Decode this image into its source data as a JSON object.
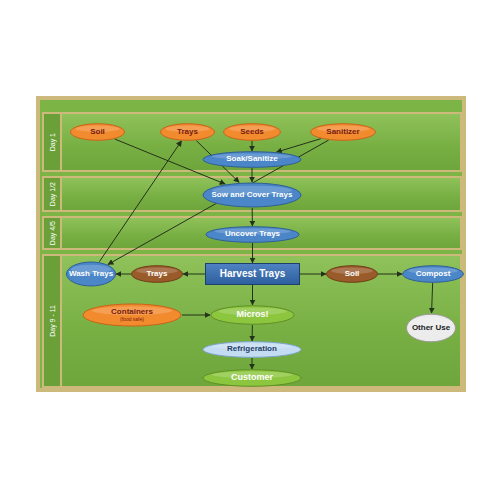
{
  "diagram": {
    "nodes": [
      {
        "text": [
          "Day 1"
        ]
      },
      {
        "text": [
          "Soil"
        ],
        "in": 0
      },
      {
        "text": [
          "Trays"
        ],
        "in": 0
      },
      {
        "text": [
          "Seeds"
        ],
        "in": 0
      },
      {
        "text": [
          "Sanitizer"
        ],
        "in": 0
      },
      {
        "text": [
          "Soak/Sanitize"
        ],
        "in": 0
      },
      {
        "text": [
          "Day 1/2"
        ]
      },
      {
        "text": [
          "Sow and Cover Trays"
        ],
        "in": 6
      },
      {
        "text": [
          "Day 4/5"
        ]
      },
      {
        "text": [
          "Uncover Trays"
        ],
        "in": 8
      },
      {
        "text": [
          "Day 9 - 11"
        ]
      },
      {
        "text": [
          "Wash Trays"
        ],
        "in": 10
      },
      {
        "text": [
          "Trays"
        ],
        "in": 10
      },
      {
        "text": [
          "Harvest Trays"
        ],
        "in": 10
      },
      {
        "text": [
          "Soil"
        ],
        "in": 10
      },
      {
        "text": [
          "Compost"
        ],
        "in": 10
      },
      {
        "text": [
          "Containers",
          "(food safe)"
        ],
        "in": 10
      },
      {
        "text": [
          "Micros!"
        ],
        "in": 10
      },
      {
        "text": [
          "Other Use"
        ],
        "in": 10
      },
      {
        "text": [
          "Refrigeration"
        ],
        "in": 10
      },
      {
        "text": [
          "Customer"
        ],
        "in": 10
      }
    ],
    "edges": [
      {
        "from": 1,
        "to": 7,
        "arrow": "to"
      },
      {
        "from": 2,
        "to": 7,
        "arrow": "to"
      },
      {
        "from": 11,
        "to": 2,
        "arrow": "to"
      },
      {
        "from": 3,
        "to": 5,
        "arrow": "to"
      },
      {
        "from": 4,
        "to": 5,
        "arrow": "to"
      },
      {
        "from": 4,
        "to": 11,
        "arrow": "to"
      },
      {
        "from": 5,
        "to": 7,
        "arrow": "to"
      },
      {
        "from": 7,
        "to": 9,
        "arrow": "to"
      },
      {
        "from": 9,
        "to": 13,
        "arrow": "to"
      },
      {
        "from": 13,
        "to": 12,
        "arrow": "to"
      },
      {
        "from": 12,
        "to": 11,
        "arrow": "to"
      },
      {
        "from": 13,
        "to": 14,
        "arrow": "to"
      },
      {
        "from": 14,
        "to": 15,
        "arrow": "to"
      },
      {
        "from": 15,
        "to": 18,
        "arrow": "to"
      },
      {
        "from": 16,
        "to": 17,
        "arrow": "to"
      },
      {
        "from": 13,
        "to": 17,
        "arrow": "to"
      },
      {
        "from": 17,
        "to": 19,
        "arrow": "to"
      },
      {
        "from": 19,
        "to": 20,
        "arrow": "to"
      }
    ]
  }
}
